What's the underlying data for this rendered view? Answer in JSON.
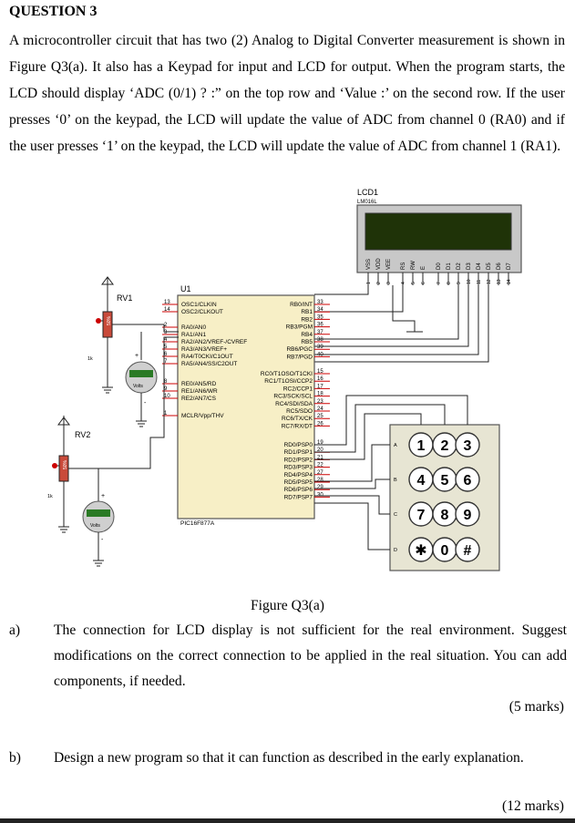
{
  "question": {
    "title": "QUESTION 3",
    "intro_text": "A microcontroller circuit that has two (2) Analog to Digital Converter measurement is shown in Figure Q3(a). It also has a Keypad for input and LCD for output. When the program starts, the LCD should display ‘ADC (0/1) ? :” on the top row and ‘Value :’ on the second row. If the user presses ‘0’ on the keypad, the LCD will update the value of ADC from channel 0 (RA0) and if the user presses ‘1’ on the keypad, the LCD will update the value of ADC from channel 1 (RA1)."
  },
  "figure": {
    "caption": "Figure Q3(a)",
    "lcd": {
      "name": "LCD1",
      "model": "LM016L",
      "pin_labels": [
        "VSS",
        "VDD",
        "VEE",
        "RS",
        "RW",
        "E",
        "D0",
        "D1",
        "D2",
        "D3",
        "D4",
        "D5",
        "D6",
        "D7"
      ],
      "pin_numbers": [
        "1",
        "2",
        "3",
        "4",
        "5",
        "6",
        "7",
        "8",
        "9",
        "10",
        "11",
        "12",
        "13",
        "14"
      ]
    },
    "mcu": {
      "name": "U1",
      "part": "PIC16F877A",
      "left_pins": [
        {
          "num": "13",
          "label": "OSC1/CLKIN"
        },
        {
          "num": "14",
          "label": "OSC2/CLKOUT"
        },
        {
          "num": "2",
          "label": "RA0/AN0"
        },
        {
          "num": "3",
          "label": "RA1/AN1"
        },
        {
          "num": "4",
          "label": "RA2/AN2/VREF-/CVREF"
        },
        {
          "num": "5",
          "label": "RA3/AN3/VREF+"
        },
        {
          "num": "6",
          "label": "RA4/T0CKI/C1OUT"
        },
        {
          "num": "7",
          "label": "RA5/AN4/SS/C2OUT"
        },
        {
          "num": "8",
          "label": "RE0/AN5/RD"
        },
        {
          "num": "9",
          "label": "RE1/AN6/WR"
        },
        {
          "num": "10",
          "label": "RE2/AN7/CS"
        },
        {
          "num": "1",
          "label": "MCLR/Vpp/THV"
        }
      ],
      "right_pins": [
        {
          "num": "33",
          "label": "RB0/INT"
        },
        {
          "num": "34",
          "label": "RB1"
        },
        {
          "num": "35",
          "label": "RB2"
        },
        {
          "num": "36",
          "label": "RB3/PGM"
        },
        {
          "num": "37",
          "label": "RB4"
        },
        {
          "num": "38",
          "label": "RB5"
        },
        {
          "num": "39",
          "label": "RB6/PGC"
        },
        {
          "num": "40",
          "label": "RB7/PGD"
        },
        {
          "num": "15",
          "label": "RC0/T1OSO/T1CKI"
        },
        {
          "num": "16",
          "label": "RC1/T1OSI/CCP2"
        },
        {
          "num": "17",
          "label": "RC2/CCP1"
        },
        {
          "num": "18",
          "label": "RC3/SCK/SCL"
        },
        {
          "num": "23",
          "label": "RC4/SDI/SDA"
        },
        {
          "num": "24",
          "label": "RC5/SDO"
        },
        {
          "num": "25",
          "label": "RC6/TX/CK"
        },
        {
          "num": "26",
          "label": "RC7/RX/DT"
        },
        {
          "num": "19",
          "label": "RD0/PSP0"
        },
        {
          "num": "20",
          "label": "RD1/PSP1"
        },
        {
          "num": "21",
          "label": "RD2/PSP2"
        },
        {
          "num": "22",
          "label": "RD3/PSP3"
        },
        {
          "num": "27",
          "label": "RD4/PSP4"
        },
        {
          "num": "28",
          "label": "RD5/PSP5"
        },
        {
          "num": "29",
          "label": "RD6/PSP6"
        },
        {
          "num": "30",
          "label": "RD7/PSP7"
        }
      ]
    },
    "rv1": {
      "name": "RV1",
      "value": "1k",
      "pct": "50%"
    },
    "rv2": {
      "name": "RV2",
      "value": "1k",
      "pct": "50%"
    },
    "voltmeter_label": "Volts",
    "voltmeter_plus": "+",
    "voltmeter_minus": "-",
    "keypad": {
      "row_labels": [
        "A",
        "B",
        "C",
        "D"
      ],
      "col_labels": [
        "1",
        "2",
        "3"
      ],
      "keys": [
        [
          "1",
          "2",
          "3"
        ],
        [
          "4",
          "5",
          "6"
        ],
        [
          "7",
          "8",
          "9"
        ],
        [
          "✱",
          "0",
          "#"
        ]
      ]
    }
  },
  "parts": [
    {
      "label": "a)",
      "text": "The connection for LCD display is not sufficient for the real environment. Suggest modifications on the correct connection to be applied in the real situation. You can add components, if needed.",
      "marks": "(5 marks)"
    },
    {
      "label": "b)",
      "text": "Design a new program so that it can function as described in the early explanation.",
      "marks": "(12 marks)"
    }
  ]
}
